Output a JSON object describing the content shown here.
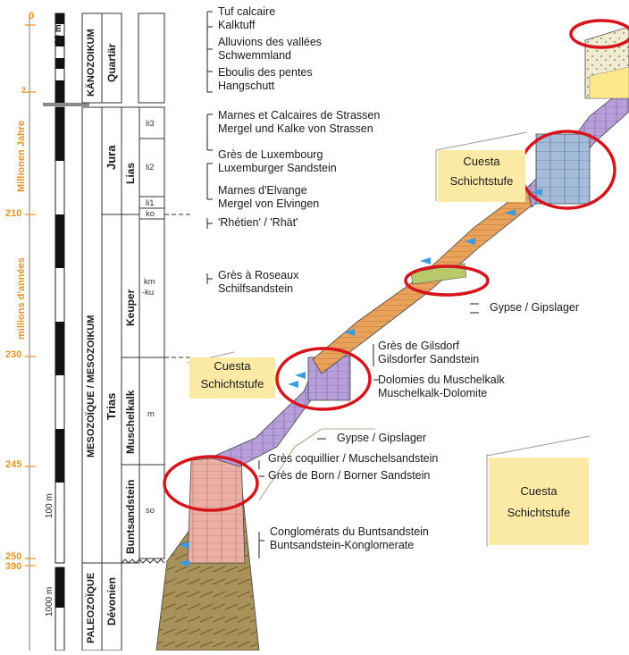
{
  "ages": [
    "0",
    "2",
    "210",
    "230",
    "245",
    "250",
    "390"
  ],
  "axis": {
    "ma_de": "Millionen Jahre",
    "ma_fr": "millions d'années",
    "scale_top": "10 m",
    "scale_mid": "100 m",
    "scale_bot": "1000 m"
  },
  "eras": {
    "kanozoikum": "KÄNOZOIKUM",
    "mesozoikum": "MESOZOÏQUE / MESOZOIKUM",
    "paleozoikum": "PALEOZOÏQUE"
  },
  "periods": {
    "quartar": "Quartär",
    "jura": "Jura",
    "trias": "Trias",
    "devonien": "Dévonien"
  },
  "epochs": {
    "lias": "Lias",
    "keuper": "Keuper",
    "muschelkalk": "Muschelkalk",
    "buntsandstein": "Buntsandstein"
  },
  "subunits": {
    "li3": "li3",
    "li2": "li2",
    "li1": "li1",
    "ko": "ko",
    "km": "km",
    "ku": "-ku",
    "m": "m",
    "so": "so"
  },
  "labels": {
    "tuf_fr": "Tuf calcaire",
    "tuf_de": "Kalktuff",
    "alluv_fr": "Alluvions des vallées",
    "alluv_de": "Schwemmland",
    "ebou_fr": "Eboulis des pentes",
    "ebou_de": "Hangschutt",
    "strassen_fr": "Marnes et Calcaires de Strassen",
    "strassen_de": "Mergel und Kalke von Strassen",
    "lux_fr": "Grès de Luxembourg",
    "lux_de": "Luxemburger Sandstein",
    "elv_fr": "Marnes d'Elvange",
    "elv_de": "Mergel von Elvingen",
    "rhat": "'Rhétien' / 'Rhät'",
    "roseaux_fr": "Grès à Roseaux",
    "roseaux_de": "Schilfsandstein",
    "gypse1": "Gypse / Gipslager",
    "gilsdorf_fr": "Grès de Gilsdorf",
    "gilsdorf_de": "Gilsdorfer Sandstein",
    "dolomies_fr": "Dolomies du Muschelkalk",
    "dolomies_de": "Muschelkalk-Dolomite",
    "gypse2": "Gypse / Gipslager",
    "coquillier": "Grès coquillier / Muschelsandstein",
    "born": "Grès de Born / Borner Sandstein",
    "conglo_fr": "Conglomérats du Buntsandstein",
    "conglo_de": "Buntsandstein-Konglomerate"
  },
  "cuesta": {
    "label": "Cuesta",
    "sublabel": "Schichtstufe"
  },
  "colors": {
    "age_orange": "#e8931c",
    "cuesta_fill": "#fbeaa6",
    "highlight_red": "#d7141c",
    "buntsandstein": "#e8a8a0",
    "muschelkalk": "#b7a0d8",
    "keuper": "#e8a25a",
    "lias_sandstone": "#9fb8d8",
    "devon": "#a8925a"
  }
}
